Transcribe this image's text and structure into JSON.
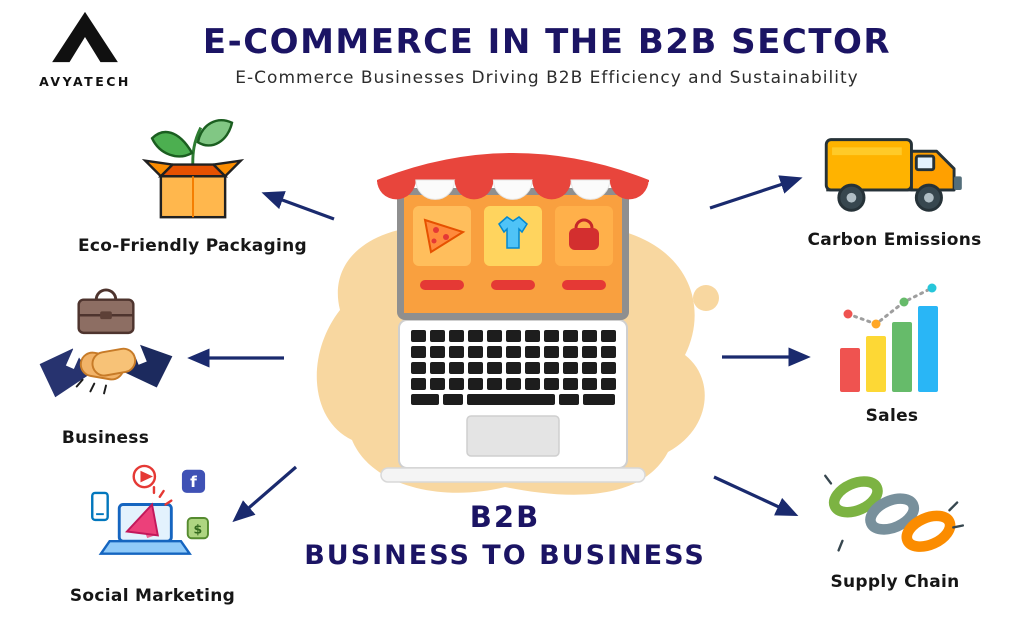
{
  "brand": {
    "name": "AVYATECH"
  },
  "header": {
    "title": "E-COMMERCE IN THE B2B SECTOR",
    "subtitle": "E-Commerce Businesses Driving B2B Efficiency and Sustainability"
  },
  "center": {
    "heading": "B2B",
    "subheading": "BUSINESS TO BUSINESS",
    "illustration": "storefront-laptop"
  },
  "nodes": [
    {
      "label": "Eco-Friendly Packaging",
      "icon": "eco-packaging-box-icon",
      "position": "top-left"
    },
    {
      "label": "Business",
      "icon": "handshake-briefcase-icon",
      "position": "middle-left"
    },
    {
      "label": "Social Marketing",
      "icon": "social-marketing-laptop-icon",
      "position": "bottom-left"
    },
    {
      "label": "Carbon Emissions",
      "icon": "delivery-truck-icon",
      "position": "top-right"
    },
    {
      "label": "Sales",
      "icon": "sales-bar-chart-icon",
      "position": "middle-right"
    },
    {
      "label": "Supply Chain",
      "icon": "chain-links-icon",
      "position": "bottom-right"
    }
  ],
  "glyphs": {
    "facebook": "f",
    "dollar": "$"
  },
  "colors": {
    "title_navy": "#1b1464",
    "arrow_navy": "#1a2a6e",
    "blob_tan": "#f8d7a0",
    "awning_red": "#e8453c",
    "screen_orange": "#f9a03f",
    "label_dark": "#161616"
  }
}
